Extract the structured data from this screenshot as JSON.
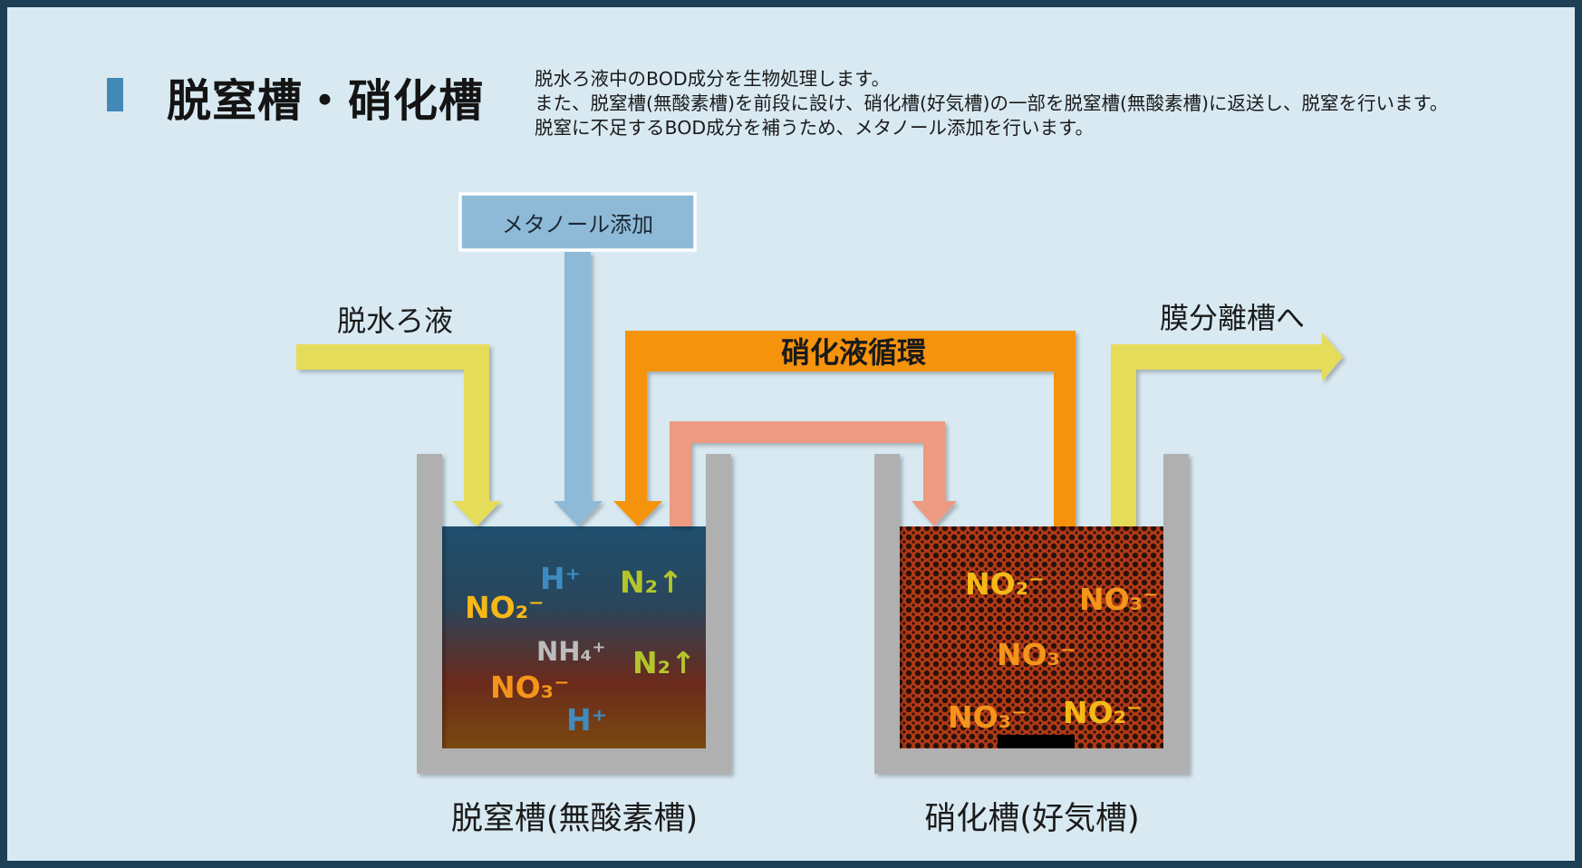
{
  "header": {
    "title": "脱窒槽・硝化槽",
    "description": [
      "脱水ろ液中のBOD成分を生物処理します。",
      "また、脱窒槽(無酸素槽)を前段に設け、硝化槽(好気槽)の一部を脱窒槽(無酸素槽)に返送し、脱窒を行います。",
      "脱窒に不足するBOD成分を補うため、メタノール添加を行います。"
    ]
  },
  "diagram": {
    "methanol_box": "メタノール添加",
    "inflow_label": "脱水ろ液",
    "recycle_label": "硝化液循環",
    "outflow_label": "膜分離槽へ",
    "tank_left_label": "脱窒槽(無酸素槽)",
    "tank_right_label": "硝化槽(好気槽)",
    "left_tank_ions": [
      {
        "text": "H⁺",
        "color": "#3f8bbf"
      },
      {
        "text": "N₂↑",
        "color": "#b3c52a"
      },
      {
        "text": "NO₂⁻",
        "color": "#f5b817"
      },
      {
        "text": "NH₄⁺",
        "color": "#bcbcbc"
      },
      {
        "text": "N₂↑",
        "color": "#b3c52a"
      },
      {
        "text": "NO₃⁻",
        "color": "#f4941b"
      },
      {
        "text": "H⁺",
        "color": "#3f8bbf"
      }
    ],
    "right_tank_ions": [
      {
        "text": "NO₂⁻",
        "color": "#f5b817"
      },
      {
        "text": "NO₃⁻",
        "color": "#f4941b"
      },
      {
        "text": "NO₃⁻",
        "color": "#f4941b"
      },
      {
        "text": "NO₃⁻",
        "color": "#f4941b"
      },
      {
        "text": "NO₂⁻",
        "color": "#f5b817"
      }
    ]
  },
  "colors": {
    "inflow_yellow": "#e5dc5a",
    "methanol_blue": "#8ebad7",
    "recycle_orange": "#f6930a",
    "return_salmon": "#ec9a82",
    "tank_wall": "#b0b0b0"
  }
}
